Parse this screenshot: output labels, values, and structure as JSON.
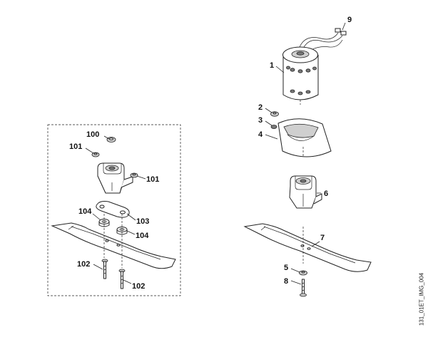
{
  "callouts": {
    "c1": "1",
    "c2": "2",
    "c3": "3",
    "c4": "4",
    "c5": "5",
    "c6": "6",
    "c7": "7",
    "c8": "8",
    "c9": "9",
    "c100": "100",
    "c101a": "101",
    "c101b": "101",
    "c102a": "102",
    "c102b": "102",
    "c103": "103",
    "c104a": "104",
    "c104b": "104"
  },
  "image_code": "131_01ET_IMG_004"
}
